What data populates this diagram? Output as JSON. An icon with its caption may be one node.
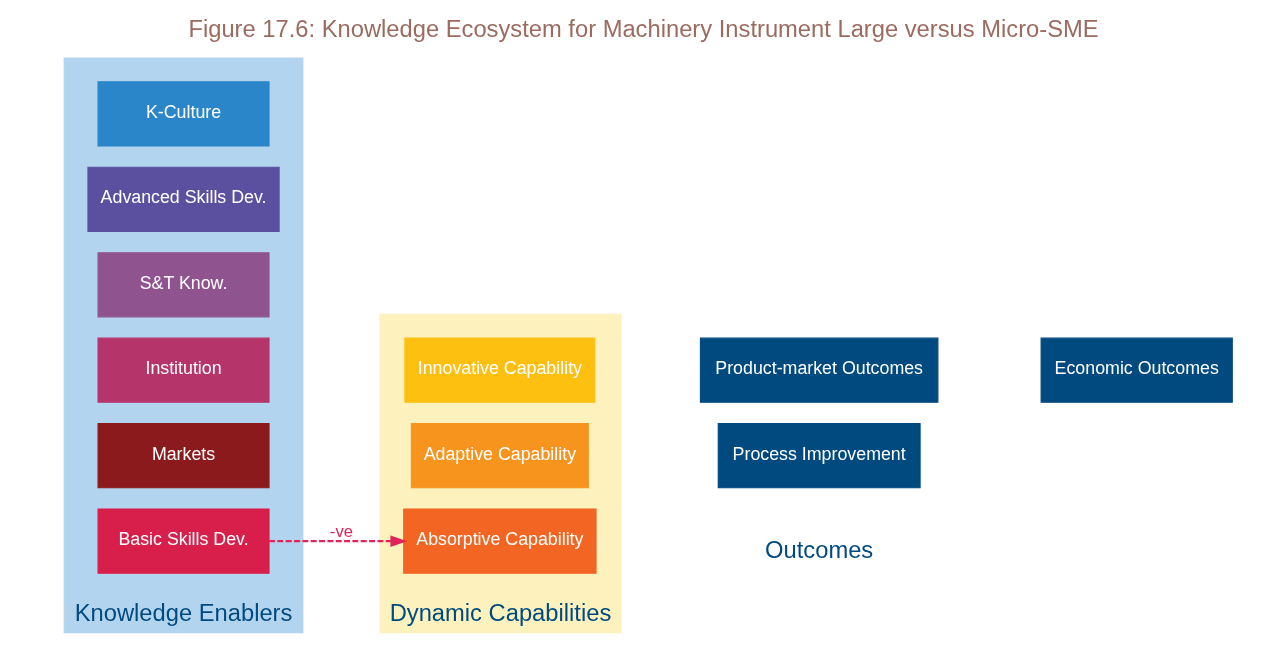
{
  "diagram": {
    "title": "Figure 17.6: Knowledge Ecosystem for Machinery Instrument Large versus Micro-SME",
    "nodes": [
      {
        "text": [
          "Knowledge Enablers"
        ]
      },
      {
        "text": [
          "K-Culture"
        ],
        "in": 0
      },
      {
        "text": [
          "Advanced Skills Dev."
        ],
        "in": 0
      },
      {
        "text": [
          "S&T Know."
        ],
        "in": 0
      },
      {
        "text": [
          "Institution"
        ],
        "in": 0
      },
      {
        "text": [
          "Markets"
        ],
        "in": 0
      },
      {
        "text": [
          "Basic Skills Dev."
        ],
        "in": 0
      },
      {
        "text": [
          "Dynamic Capabilities"
        ]
      },
      {
        "text": [
          "Innovative Capability"
        ],
        "in": 7
      },
      {
        "text": [
          "Adaptive Capability"
        ],
        "in": 7
      },
      {
        "text": [
          "Absorptive Capability"
        ],
        "in": 7
      },
      {
        "text": [
          "Product-market Outcomes"
        ]
      },
      {
        "text": [
          "Process Improvement"
        ]
      },
      {
        "text": [
          "Economic Outcomes"
        ]
      }
    ],
    "edges": [
      {
        "from": 6,
        "to": 10,
        "arrow": "to",
        "label": "-ve",
        "style": "dashed",
        "color": "#e0245a"
      }
    ],
    "labels": [
      "Outcomes"
    ]
  }
}
